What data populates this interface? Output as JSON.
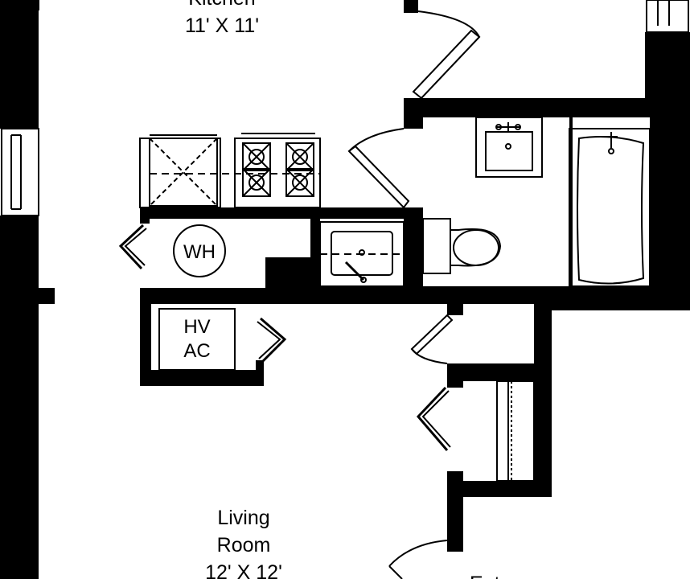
{
  "rooms": {
    "kitchen": {
      "name": "Kitchen",
      "dimensions": "11' X 11'"
    },
    "living_room": {
      "name_line1": "Living",
      "name_line2": "Room",
      "dimensions": "12' X 12'"
    },
    "entry": {
      "name": "Entry"
    }
  },
  "fixtures": {
    "water_heater": "WH",
    "hvac_line1": "HV",
    "hvac_line2": "AC"
  }
}
